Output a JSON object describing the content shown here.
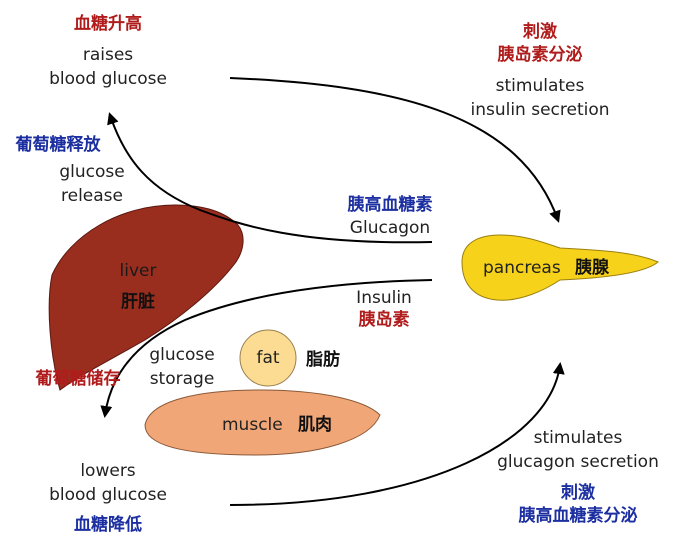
{
  "labels": {
    "raises_zh": "血糖升高",
    "raises_en_1": "raises",
    "raises_en_2": "blood glucose",
    "stim_insulin_zh_1": "刺激",
    "stim_insulin_zh_2": "胰岛素分泌",
    "stim_insulin_en_1": "stimulates",
    "stim_insulin_en_2": "insulin secretion",
    "glucose_release_zh": "葡萄糖释放",
    "glucose_release_en_1": "glucose",
    "glucose_release_en_2": "release",
    "glucagon_zh": "胰高血糖素",
    "glucagon_en": "Glucagon",
    "liver_en": "liver",
    "liver_zh": "肝脏",
    "pancreas_en": "pancreas",
    "pancreas_zh": "胰腺",
    "insulin_en": "Insulin",
    "insulin_zh": "胰岛素",
    "glucose_storage_zh": "葡萄糖储存",
    "glucose_storage_en_1": "glucose",
    "glucose_storage_en_2": "storage",
    "fat_en": "fat",
    "fat_zh": "脂肪",
    "muscle_en": "muscle",
    "muscle_zh": "肌肉",
    "stim_glucagon_en_1": "stimulates",
    "stim_glucagon_en_2": "glucagon secretion",
    "stim_glucagon_zh_1": "刺激",
    "stim_glucagon_zh_2": "胰高血糖素分泌",
    "lowers_en_1": "lowers",
    "lowers_en_2": "blood glucose",
    "lowers_zh": "血糖降低"
  },
  "colors": {
    "liver": "#9a2e1e",
    "pancreas": "#f7d21a",
    "fat": "#fbdc92",
    "muscle": "#f0a676",
    "zh_red": "#b01c1c",
    "zh_blue": "#1c2fa0"
  }
}
